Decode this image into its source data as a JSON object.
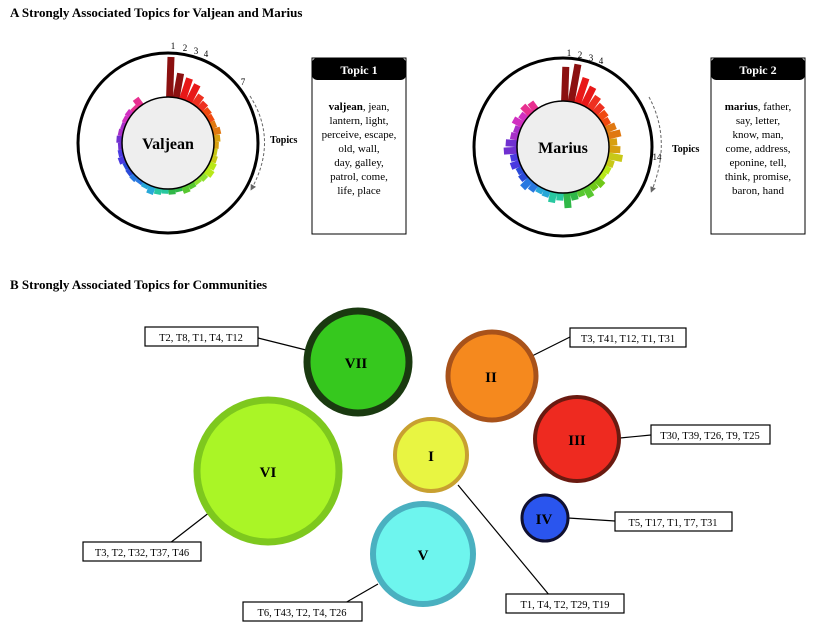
{
  "panel_a": {
    "title": "A  Strongly Associated Topics for Valjean and Marius",
    "left": {
      "name": "Valjean",
      "rank_ticks": [
        "1",
        "2",
        "3",
        "4"
      ],
      "last_tick": "7",
      "topics_label": "Topics",
      "box_title": "Topic 1",
      "bold_word": "valjean",
      "lines": [
        ", jean,",
        "lantern, light,",
        "perceive, escape,",
        "old, wall,",
        "day, galley,",
        "patrol, come,",
        "life, place"
      ]
    },
    "right": {
      "name": "Marius",
      "rank_ticks": [
        "1",
        "2",
        "3",
        "4"
      ],
      "last_tick": "14",
      "topics_label": "Topics",
      "box_title": "Topic 2",
      "bold_word": "marius",
      "lines": [
        ", father,",
        "say, letter,",
        "know, man,",
        "come, address,",
        "eponine, tell,",
        "think, promise,",
        "baron, hand"
      ]
    }
  },
  "panel_b": {
    "title": "B  Strongly Associated Topics for Communities",
    "communities": [
      {
        "id": "I",
        "fill": "#e8f542",
        "stroke": "#c8a030",
        "topics": "T1, T4, T2, T29, T19"
      },
      {
        "id": "II",
        "fill": "#f5891e",
        "stroke": "#a8521a",
        "topics": "T3, T41, T12, T1, T31"
      },
      {
        "id": "III",
        "fill": "#ee2a20",
        "stroke": "#6a1a10",
        "topics": "T30, T39, T26, T9, T25"
      },
      {
        "id": "IV",
        "fill": "#2a55ee",
        "stroke": "#101030",
        "topics": "T5, T17, T1, T7, T31"
      },
      {
        "id": "V",
        "fill": "#6ef5ee",
        "stroke": "#4ab0c0",
        "topics": "T6, T43, T2, T4, T26"
      },
      {
        "id": "VI",
        "fill": "#aaf526",
        "stroke": "#7ec81e",
        "topics": "T3, T2, T32, T37, T46"
      },
      {
        "id": "VII",
        "fill": "#36c81e",
        "stroke": "#1a3a10",
        "topics": "T2, T8, T1, T4, T12"
      }
    ]
  },
  "bar_colors": {
    "valjean": [
      "#8b1010",
      "#e81818",
      "#ee3020",
      "#f04a10",
      "#e07810",
      "#d8a010",
      "#c8c818",
      "#b8e818",
      "#90e030",
      "#58c830",
      "#30b848",
      "#28c8a0",
      "#28a8d8",
      "#2878e0",
      "#2a4ad8",
      "#4a3ae0",
      "#7030d0",
      "#a830c8",
      "#d030c0",
      "#e83090"
    ],
    "marius": [
      "#8b1010",
      "#e81818",
      "#ee3020",
      "#f04a10",
      "#e07810",
      "#d8a010",
      "#c8c818",
      "#b8e818",
      "#70c818",
      "#58c830",
      "#30b848",
      "#28c8a0",
      "#28a8d8",
      "#2878e0",
      "#2a4ad8",
      "#4a3ae0",
      "#7030d0",
      "#a830c8",
      "#d030c0",
      "#e83090"
    ]
  },
  "bar_values": {
    "valjean": [
      1.0,
      0.62,
      0.55,
      0.48,
      0.3,
      0.22,
      0.18,
      0.15,
      0.14,
      0.2,
      0.16,
      0.12,
      0.1,
      0.14,
      0.18,
      0.22,
      0.16,
      0.12,
      0.14,
      0.18,
      0.1,
      0.14,
      0.12,
      0.16,
      0.2,
      0.12,
      0.1,
      0.14,
      0.12,
      0.1,
      0.16,
      0.12,
      0.1,
      0.14,
      0.12,
      0.1,
      0.12,
      0.14,
      0.1,
      0.22
    ],
    "marius": [
      0.9,
      1.0,
      0.7,
      0.55,
      0.4,
      0.3,
      0.25,
      0.2,
      0.28,
      0.35,
      0.22,
      0.3,
      0.38,
      0.2,
      0.18,
      0.15,
      0.25,
      0.2,
      0.3,
      0.18,
      0.22,
      0.4,
      0.2,
      0.28,
      0.18,
      0.16,
      0.22,
      0.3,
      0.2,
      0.16,
      0.25,
      0.2,
      0.35,
      0.3,
      0.2,
      0.16,
      0.28,
      0.2,
      0.3,
      0.24
    ]
  }
}
